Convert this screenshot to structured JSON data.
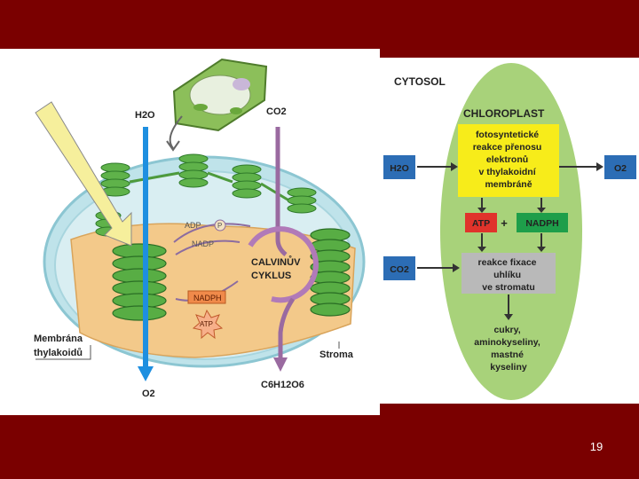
{
  "left": {
    "h2o": "H2O",
    "co2": "CO2",
    "adp": "ADP",
    "p": "P",
    "nadp": "NADP",
    "nadph": "NADPH",
    "atp": "ATP",
    "calvin": [
      "CALVINŮV",
      "CYKLUS"
    ],
    "membrane_label": [
      "Membrána",
      "thylakoidů"
    ],
    "o2": "O2",
    "glucose": "C6H12O6",
    "stroma": "Stroma"
  },
  "right": {
    "cytosol": "CYTOSOL",
    "chloroplast": "CHLOROPLAST",
    "light_reactions": [
      "fotosyntetické",
      "reakce přenosu",
      "elektronů",
      "v thylakoidní",
      "membráně"
    ],
    "h2o": "H2O",
    "o2": "O2",
    "atp": "ATP",
    "plus": "+",
    "nadph": "NADPH",
    "co2": "CO2",
    "fixation": [
      "reakce fixace",
      "uhlíku",
      "ve stromatu"
    ],
    "products": [
      "cukry,",
      "aminokyseliny,",
      "mastné",
      "kyseliny"
    ]
  },
  "colors": {
    "background": "#7a0000",
    "chloroplast_green": "#a8d27a",
    "yellow_box": "#f7ec1a",
    "atp_red": "#e0332b",
    "nadph_green": "#1e9e4a",
    "blue_box": "#2c6db5",
    "gray_box": "#b9b9b9",
    "water_arrow": "#1e8fe0",
    "carbon_arrow": "#9a6aa0"
  },
  "page_number": "19"
}
